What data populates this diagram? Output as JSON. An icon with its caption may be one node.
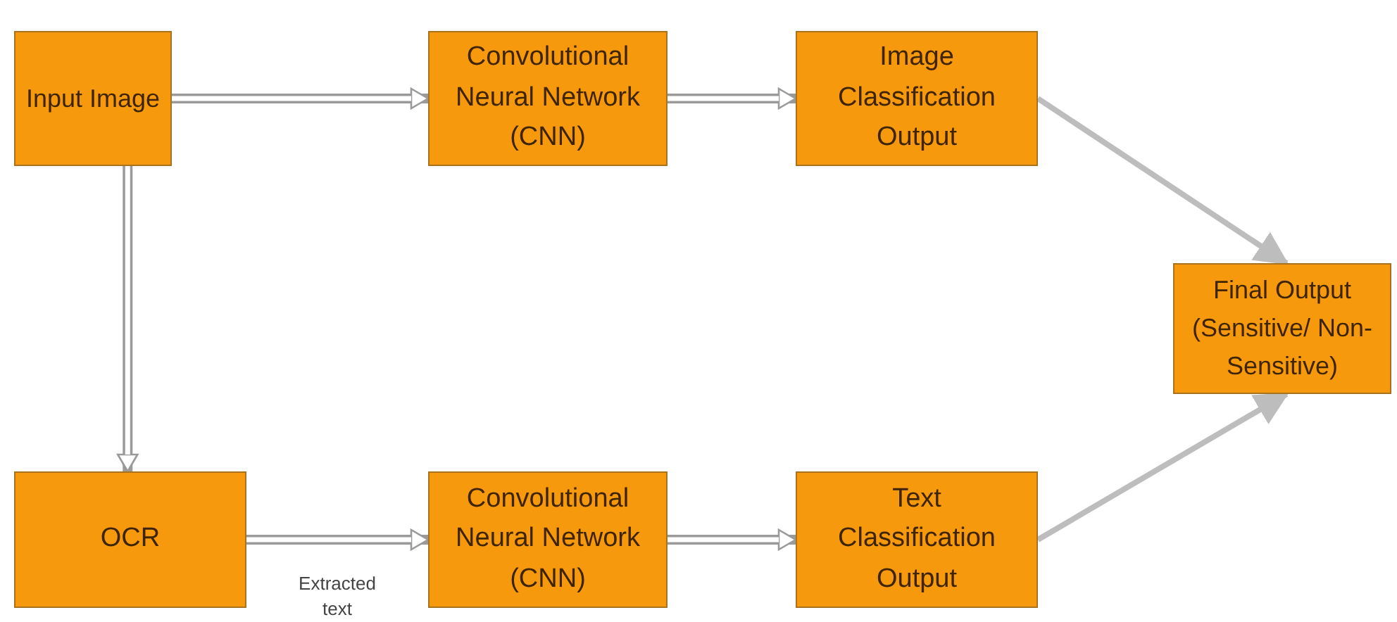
{
  "diagram": {
    "nodes": [
      {
        "text": [
          "Input Image"
        ]
      },
      {
        "text": [
          "Convolutional Neural Network (CNN)"
        ]
      },
      {
        "text": [
          "Image Classification Output"
        ]
      },
      {
        "text": [
          "Final Output (Sensitive/ Non-Sensitive)"
        ]
      },
      {
        "text": [
          "OCR"
        ]
      },
      {
        "text": [
          "Convolutional Neural Network (CNN)"
        ]
      },
      {
        "text": [
          "Text Classification Output"
        ]
      }
    ],
    "edges": [
      {
        "from": 0,
        "to": 1,
        "arrow": "to"
      },
      {
        "from": 1,
        "to": 2,
        "arrow": "to"
      },
      {
        "from": 0,
        "to": 4,
        "arrow": "to"
      },
      {
        "from": 4,
        "to": 5,
        "arrow": "to",
        "label": "Extracted text"
      },
      {
        "from": 5,
        "to": 6,
        "arrow": "to"
      },
      {
        "from": 2,
        "to": 3,
        "arrow": "to",
        "color": "#bdbdbd"
      },
      {
        "from": 6,
        "to": 3,
        "arrow": "to",
        "color": "#bdbdbd"
      }
    ]
  }
}
